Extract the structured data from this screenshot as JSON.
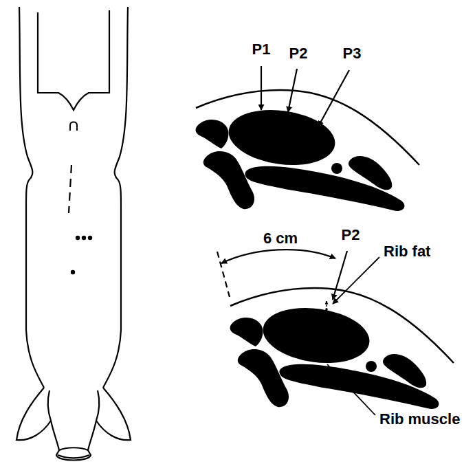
{
  "diagram": {
    "labels": [
      "P1",
      "P2",
      "P3",
      "6 cm",
      "P2",
      "Rib fat",
      "Rib muscle"
    ]
  }
}
